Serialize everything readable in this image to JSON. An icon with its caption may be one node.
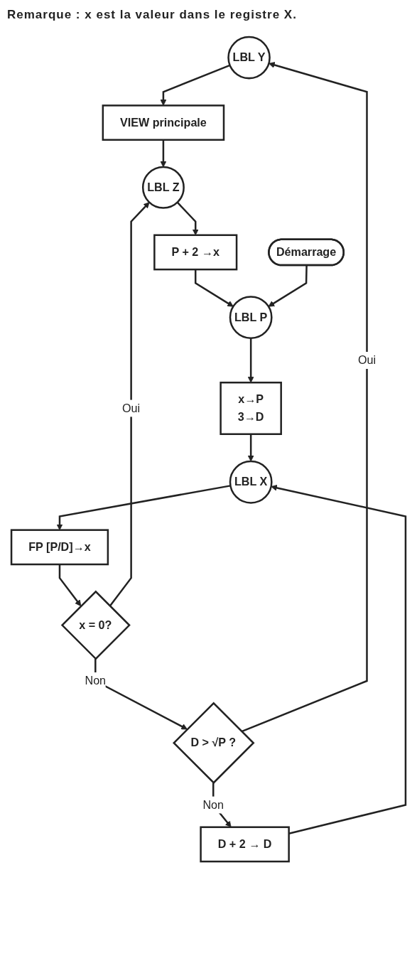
{
  "diagram": {
    "nodes": [
      {
        "text": [
          "LBL Y"
        ]
      },
      {
        "text": [
          "VIEW principale"
        ]
      },
      {
        "text": [
          "LBL Z"
        ]
      },
      {
        "text": [
          "P + 2 →x"
        ]
      },
      {
        "text": [
          "Démarrage"
        ]
      },
      {
        "text": [
          "LBL P"
        ]
      },
      {
        "text": [
          "x→P",
          "3→D"
        ]
      },
      {
        "text": [
          "LBL X"
        ]
      },
      {
        "text": [
          "FP [P/D]→x"
        ]
      },
      {
        "text": [
          "x = 0?"
        ]
      },
      {
        "text": [
          "D > √P ?"
        ]
      },
      {
        "text": [
          "D + 2 → D"
        ]
      }
    ],
    "edges": [
      {
        "from": 0,
        "to": 1,
        "arrow": "to"
      },
      {
        "from": 1,
        "to": 2,
        "arrow": "to"
      },
      {
        "from": 2,
        "to": 3,
        "arrow": "to"
      },
      {
        "from": 3,
        "to": 5,
        "arrow": "to"
      },
      {
        "from": 4,
        "to": 5,
        "arrow": "to"
      },
      {
        "from": 5,
        "to": 6,
        "arrow": "to"
      },
      {
        "from": 6,
        "to": 7,
        "arrow": "to"
      },
      {
        "from": 7,
        "to": 8,
        "arrow": "to"
      },
      {
        "from": 8,
        "to": 9,
        "arrow": "to"
      },
      {
        "from": 9,
        "to": 2,
        "label": "Oui",
        "arrow": "to"
      },
      {
        "from": 9,
        "to": 10,
        "label": "Non",
        "arrow": "to"
      },
      {
        "from": 10,
        "to": 0,
        "label": "Oui",
        "arrow": "to"
      },
      {
        "from": 10,
        "to": 11,
        "label": "Non",
        "arrow": "to"
      },
      {
        "from": 11,
        "to": 7,
        "arrow": "to"
      }
    ],
    "labels": [
      "Remarque : x est la valeur dans le registre X."
    ]
  }
}
